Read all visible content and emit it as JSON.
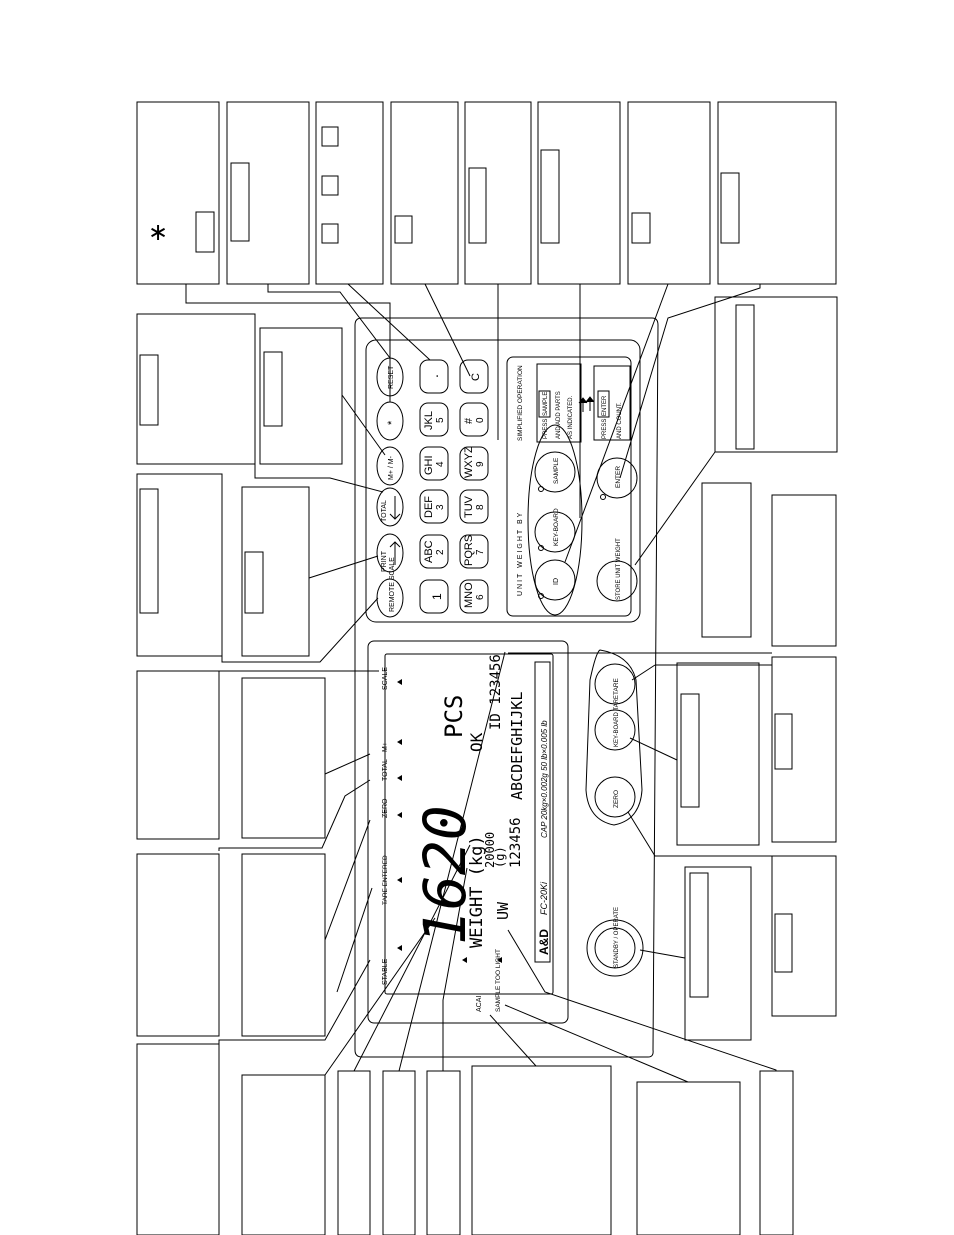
{
  "display": {
    "main_readout": "1620",
    "unit_pcs": "PCS",
    "ok": "OK",
    "weight_label": "WEIGHT (kg)",
    "weight_value": "20000",
    "uw_label": "UW",
    "uw_value": "123456",
    "uw_gram": "(g)",
    "id_value": "ID 123456",
    "alpha_line": "ABCDEFGHIJKL",
    "model": "FC-20Ki",
    "capacity": "CAP 20kg×0.002g   50 lb×0.005 lb",
    "brand": "A&D"
  },
  "indicators": [
    "STABLE",
    "TARE ENTERED",
    "ZERO",
    "TOTAL",
    "M+",
    "SCALE"
  ],
  "side_indicators": [
    "ACAI",
    "SAMPLE TOO LIGHT"
  ],
  "top_keys": [
    "REMOTE SCALE",
    "PRINT",
    "TOTAL",
    "M+ / M-",
    "*",
    "RESET"
  ],
  "keypad": [
    {
      "main": "1",
      "sub": ""
    },
    {
      "main": "2",
      "sub": "ABC"
    },
    {
      "main": "3",
      "sub": "DEF"
    },
    {
      "main": "4",
      "sub": "GHI"
    },
    {
      "main": "5",
      "sub": "JKL"
    },
    {
      "main": ".",
      "sub": ""
    },
    {
      "main": "6",
      "sub": "MNO"
    },
    {
      "main": "7",
      "sub": "PQRS"
    },
    {
      "main": "8",
      "sub": "TUV"
    },
    {
      "main": "9",
      "sub": "WXYZ"
    },
    {
      "main": "0",
      "sub": "#"
    },
    {
      "main": "C",
      "sub": ""
    }
  ],
  "unit_weight_by": "UNIT WEIGHT BY",
  "simplified": {
    "title": "SIMPLIFIED OPERATION",
    "step1_line1": "PRESS",
    "step1_key": "SAMPLE",
    "step1_line2": "AND ADD PARTS",
    "step1_line3": "AS INDICATED.",
    "step2_line1": "PRESS",
    "step2_key": "ENTER",
    "step2_line2": "AND COUNT."
  },
  "round_keys": {
    "id": "ID",
    "keyboard": "KEY-BOARD",
    "sample": "SAMPLE",
    "store": "STORE UNIT WEIGHT",
    "enter": "ENTER",
    "tare": "TARE",
    "kb_tare": "KEY-BOARD TARE",
    "zero": "ZERO",
    "standby": "STANDBY / OPERATE"
  },
  "callout_symbol": "∗"
}
